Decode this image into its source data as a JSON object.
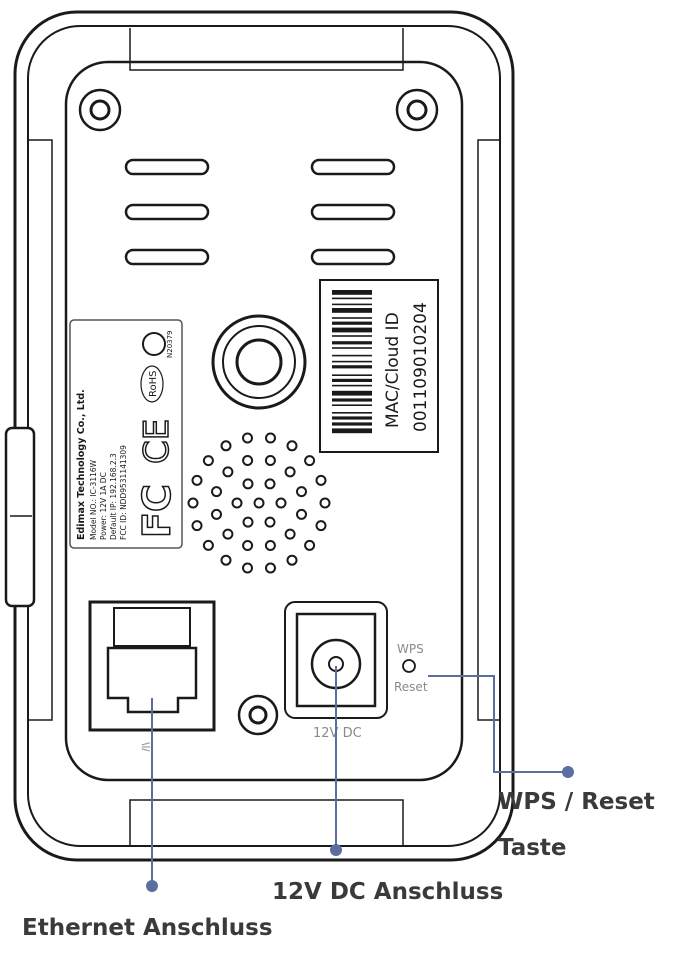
{
  "device_labels": {
    "mac_caption": "MAC/Cloud ID",
    "mac_value": "001109010204",
    "wps_top": "WPS",
    "wps_bottom": "Reset",
    "dc_port": "12V DC"
  },
  "regulatory_label": {
    "company": "Edimax Technology Co., Ltd.",
    "model": "Model NO.: IC-3116W",
    "power": "Power: 12V 1A DC",
    "lan": "Default IP: 192.168.2.3",
    "fcc": "FCC ID: NDD9531141309",
    "rohs": "RoHS",
    "ce": "CE",
    "fcc_mark": "FC",
    "ncc": "N20379"
  },
  "callouts": {
    "wps_line1": "WPS / Reset",
    "wps_line2": "Taste",
    "dc": "12V DC Anschluss",
    "ethernet": "Ethernet Anschluss"
  },
  "colors": {
    "outline": "#1a1a1a",
    "callout_line": "#5a6fa0",
    "callout_text": "#3a3a3a"
  }
}
